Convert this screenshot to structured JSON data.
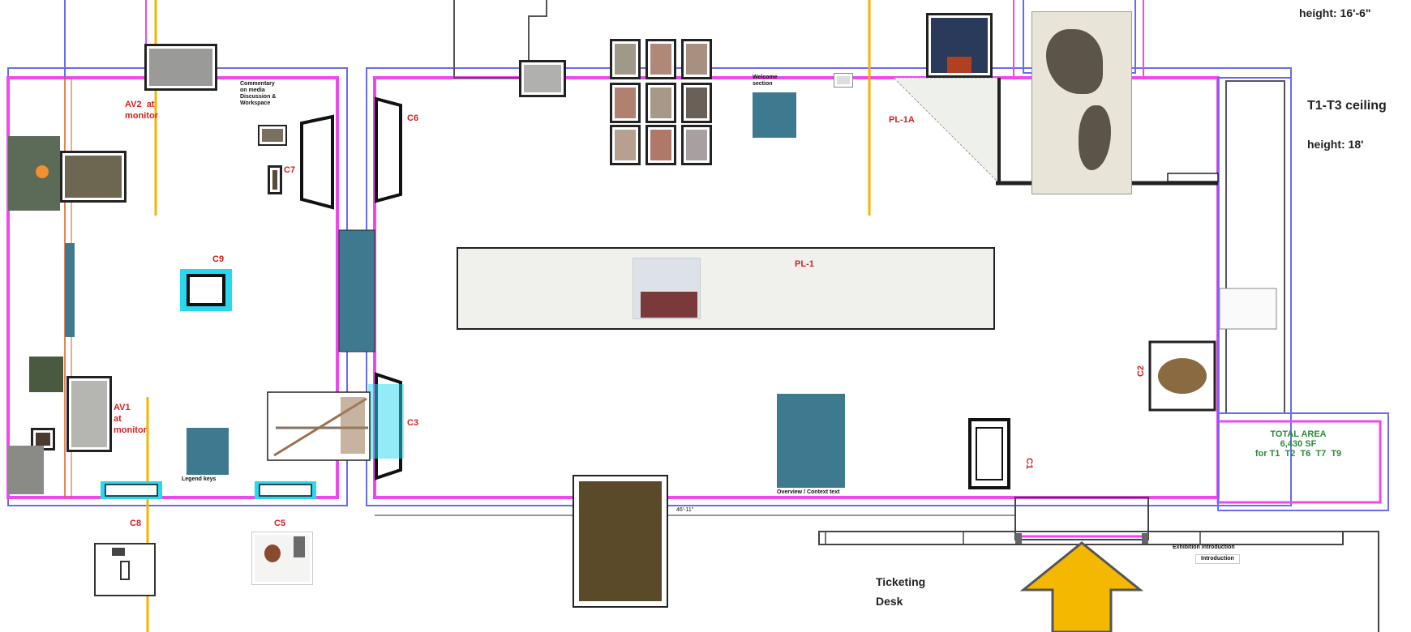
{
  "labels": {
    "height_top": "height: 16'-6\"",
    "ceiling": "T1-T3 ceiling",
    "height_18": "height: 18'",
    "pl1a": "PL-1A",
    "pl1": "PL-1",
    "av2": "AV2  at\nmonitor",
    "av1": "AV1\nat\nmonitor",
    "c9": "C9",
    "c7": "C7",
    "c6": "C6",
    "c3": "C3",
    "c2": "C2",
    "c1": "C1",
    "c5": "C5",
    "c8": "C8",
    "commentary": "Commentary\non media\nDiscussion &\nWorkspace",
    "welcome": "Welcome\nsection",
    "total_area": "TOTAL AREA\n6,430 SF\nfor T1  T2  T6  T7  T9",
    "ticketing": "Ticketing\nDesk",
    "exhibition": "Exhibition introduction",
    "introduction": "Introduction",
    "dim": "46'-11\"",
    "legend_small": "Legend keys",
    "overview": "Overview / Context text"
  },
  "colors": {
    "wall_magenta": "#f048f0",
    "wall_blue": "#6a6af0",
    "guide_orange": "#f5b400",
    "case_cyan": "#28d8f0",
    "panel_teal": "#3d7a8f",
    "arrow_fill": "#f5b800",
    "label_red": "#d42020",
    "label_green": "#2a8a3a"
  },
  "icons": {
    "entrance": "entrance-arrow-icon"
  }
}
